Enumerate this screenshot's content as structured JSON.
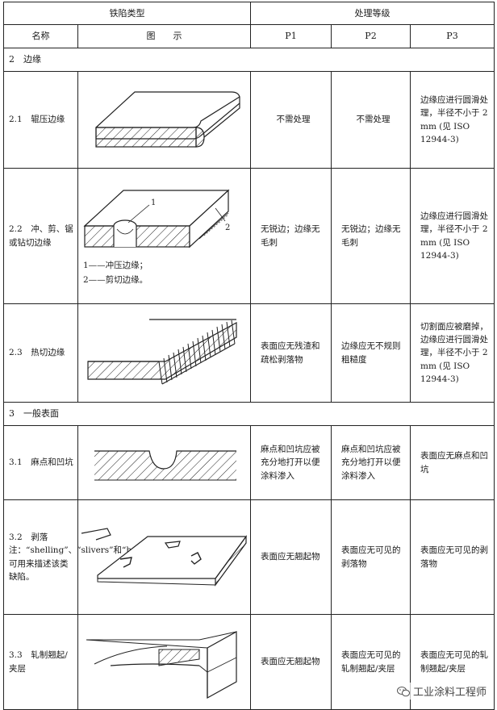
{
  "header": {
    "defect_type": "铁陷类型",
    "grade": "处理等级",
    "name": "名称",
    "figure": "图　　示",
    "p1": "P1",
    "p2": "P2",
    "p3": "P3"
  },
  "sections": [
    {
      "title": "2　边缘"
    },
    {
      "title": "3　一般表面"
    }
  ],
  "rows": [
    {
      "name": "2.1　辊压边缘",
      "p1": "不需处理",
      "p2": "不需处理",
      "p3": "边缘应进行圆滑处理，半径不小于 2 mm (见 ISO 12944-3)"
    },
    {
      "name": "2.2　冲、剪、锯或钻切边缘",
      "legend1": "1——冲压边缘；",
      "legend2": "2——剪切边缘。",
      "callout1": "1",
      "callout2": "2",
      "p1": "无锐边；边缘无毛刺",
      "p2": "无锐边；边缘无毛刺",
      "p3": "边缘应进行圆滑处理，半径不小于 2 mm (见 ISO 12944-3)"
    },
    {
      "name": "2.3　热切边缘",
      "p1": "表面应无残渣和疏松剥落物",
      "p2": "边缘应无不规则粗糙度",
      "p3": "切割面应被磨掉，边缘应进行圆滑处理，半径不小于 2 mm (见 ISO 12944-3)"
    },
    {
      "name": "3.1　麻点和凹坑",
      "p1": "麻点和凹坑应被充分地打开以便涂料渗入",
      "p2": "麻点和凹坑应被充分地打开以便涂料渗入",
      "p3": "表面应无麻点和凹坑"
    },
    {
      "name": "3.2　剥落",
      "note": "注：“shelling”、“slivers”和“hackles”都可用来描述该类缺陷。",
      "p1": "表面应无翘起物",
      "p2": "表面应无可见的剥落物",
      "p3": "表面应无可见的剥落物"
    },
    {
      "name": "3.3　轧制翘起/夹层",
      "p1": "表面应无翘起物",
      "p2": "表面应无可见的轧制翘起/夹层",
      "p3": "表面应无可见的轧制翘起/夹层"
    }
  ],
  "watermark": {
    "text": "工业涂料工程师",
    "icon": "wechat-icon"
  }
}
